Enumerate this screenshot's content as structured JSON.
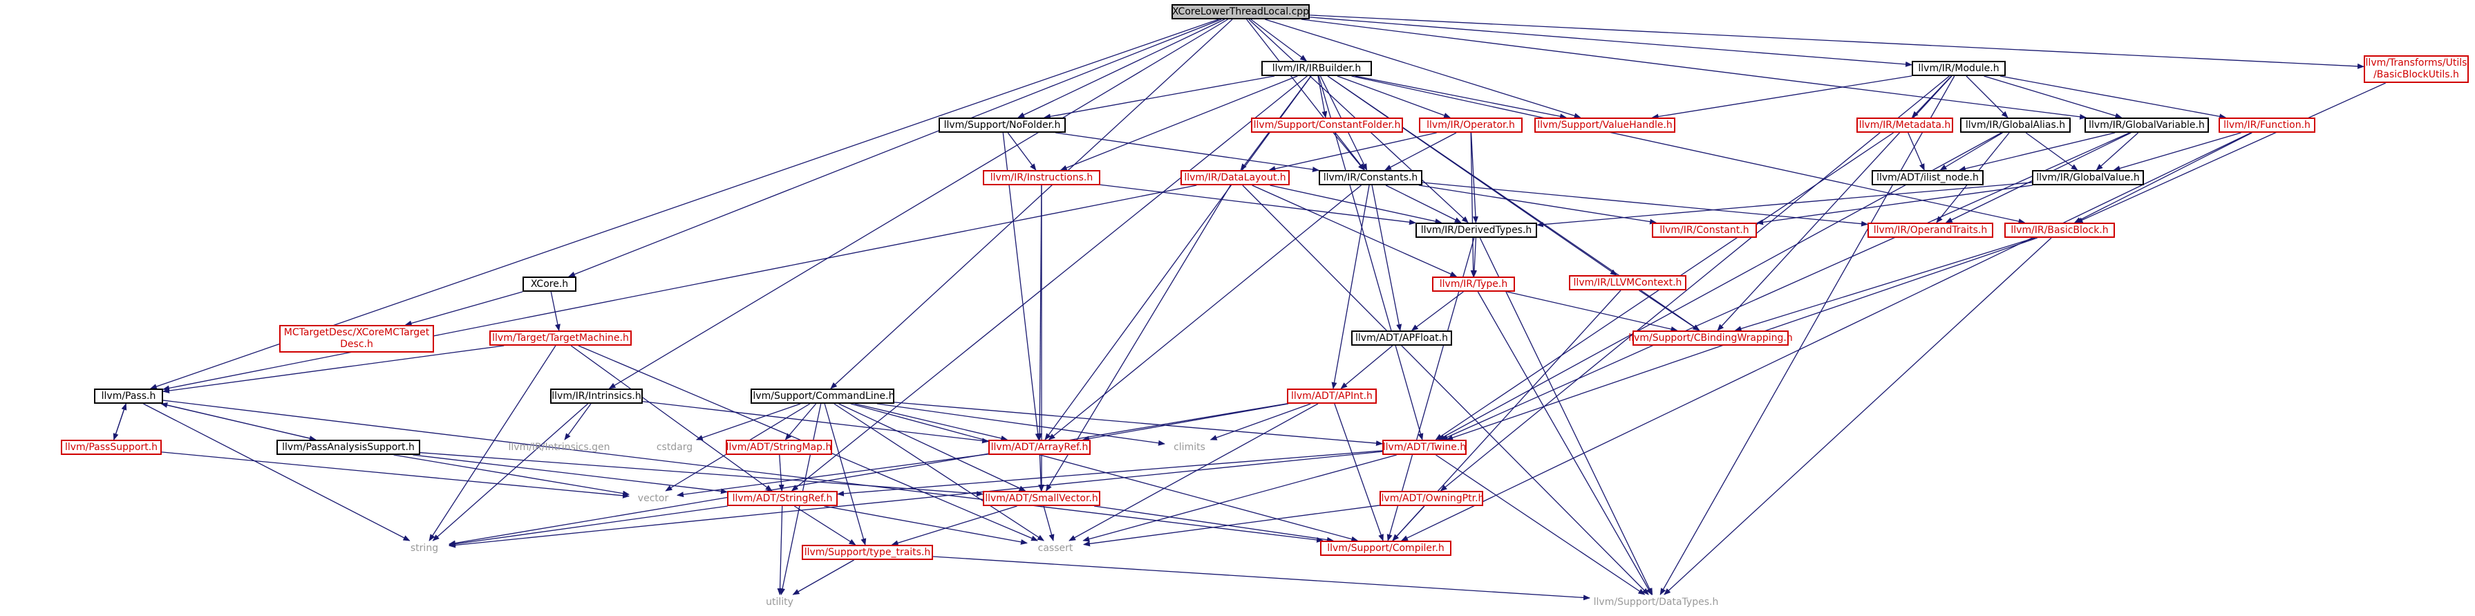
{
  "graph": {
    "root_title": "XCoreLowerThreadLocal.cpp",
    "edge_color": "#191970",
    "colors": {
      "normal_border": "#000000",
      "missing_border": "#d00000",
      "system_text": "#999999",
      "root_fill": "#bfbfbf"
    },
    "nodes": [
      {
        "id": "root",
        "label": "XCoreLowerThreadLocal.cpp",
        "kind": "root"
      },
      {
        "id": "irbuilder",
        "label": "llvm/IR/IRBuilder.h",
        "kind": "normal"
      },
      {
        "id": "module",
        "label": "llvm/IR/Module.h",
        "kind": "normal"
      },
      {
        "id": "bbutils",
        "label": "llvm/Transforms/Utils\n/BasicBlockUtils.h",
        "kind": "missing"
      },
      {
        "id": "nofolder",
        "label": "llvm/Support/NoFolder.h",
        "kind": "normal"
      },
      {
        "id": "constfolder",
        "label": "llvm/Support/ConstantFolder.h",
        "kind": "missing"
      },
      {
        "id": "operator",
        "label": "llvm/IR/Operator.h",
        "kind": "missing"
      },
      {
        "id": "valuehandle",
        "label": "llvm/Support/ValueHandle.h",
        "kind": "missing"
      },
      {
        "id": "metadata",
        "label": "llvm/IR/Metadata.h",
        "kind": "missing"
      },
      {
        "id": "globalalias",
        "label": "llvm/IR/GlobalAlias.h",
        "kind": "normal"
      },
      {
        "id": "globalvariable",
        "label": "llvm/IR/GlobalVariable.h",
        "kind": "normal"
      },
      {
        "id": "function",
        "label": "llvm/IR/Function.h",
        "kind": "missing"
      },
      {
        "id": "instructions",
        "label": "llvm/IR/Instructions.h",
        "kind": "missing"
      },
      {
        "id": "datalayout",
        "label": "llvm/IR/DataLayout.h",
        "kind": "missing"
      },
      {
        "id": "constants",
        "label": "llvm/IR/Constants.h",
        "kind": "normal"
      },
      {
        "id": "ilistnode",
        "label": "llvm/ADT/ilist_node.h",
        "kind": "normal"
      },
      {
        "id": "globalvalue",
        "label": "llvm/IR/GlobalValue.h",
        "kind": "normal"
      },
      {
        "id": "derivedtypes",
        "label": "llvm/IR/DerivedTypes.h",
        "kind": "normal"
      },
      {
        "id": "constant",
        "label": "llvm/IR/Constant.h",
        "kind": "missing"
      },
      {
        "id": "operandtraits",
        "label": "llvm/IR/OperandTraits.h",
        "kind": "missing"
      },
      {
        "id": "basicblock",
        "label": "llvm/IR/BasicBlock.h",
        "kind": "missing"
      },
      {
        "id": "xcore",
        "label": "XCore.h",
        "kind": "normal"
      },
      {
        "id": "mctarget",
        "label": "MCTargetDesc/XCoreMCTarget\nDesc.h",
        "kind": "missing"
      },
      {
        "id": "targetmachine",
        "label": "llvm/Target/TargetMachine.h",
        "kind": "missing"
      },
      {
        "id": "type",
        "label": "llvm/IR/Type.h",
        "kind": "missing"
      },
      {
        "id": "llvmcontext",
        "label": "llvm/IR/LLVMContext.h",
        "kind": "missing"
      },
      {
        "id": "apfloat",
        "label": "llvm/ADT/APFloat.h",
        "kind": "normal"
      },
      {
        "id": "cbinding",
        "label": "llvm/Support/CBindingWrapping.h",
        "kind": "missing"
      },
      {
        "id": "pass",
        "label": "llvm/Pass.h",
        "kind": "normal"
      },
      {
        "id": "intrinsics",
        "label": "llvm/IR/Intrinsics.h",
        "kind": "normal"
      },
      {
        "id": "commandline",
        "label": "llvm/Support/CommandLine.h",
        "kind": "normal"
      },
      {
        "id": "apint",
        "label": "llvm/ADT/APInt.h",
        "kind": "missing"
      },
      {
        "id": "passsupport",
        "label": "llvm/PassSupport.h",
        "kind": "missing"
      },
      {
        "id": "passanalysis",
        "label": "llvm/PassAnalysisSupport.h",
        "kind": "normal"
      },
      {
        "id": "intrinsicsgen",
        "label": "llvm/IR/Intrinsics.gen",
        "kind": "system"
      },
      {
        "id": "cstdarg",
        "label": "cstdarg",
        "kind": "system"
      },
      {
        "id": "stringmap",
        "label": "llvm/ADT/StringMap.h",
        "kind": "missing"
      },
      {
        "id": "arrayref",
        "label": "llvm/ADT/ArrayRef.h",
        "kind": "missing"
      },
      {
        "id": "climits",
        "label": "climits",
        "kind": "system"
      },
      {
        "id": "twine",
        "label": "llvm/ADT/Twine.h",
        "kind": "missing"
      },
      {
        "id": "vector",
        "label": "vector",
        "kind": "system"
      },
      {
        "id": "stringref",
        "label": "llvm/ADT/StringRef.h",
        "kind": "missing"
      },
      {
        "id": "smallvector",
        "label": "llvm/ADT/SmallVector.h",
        "kind": "missing"
      },
      {
        "id": "owningptr",
        "label": "llvm/ADT/OwningPtr.h",
        "kind": "missing"
      },
      {
        "id": "string",
        "label": "string",
        "kind": "system"
      },
      {
        "id": "cassert",
        "label": "cassert",
        "kind": "system"
      },
      {
        "id": "compiler",
        "label": "llvm/Support/Compiler.h",
        "kind": "missing"
      },
      {
        "id": "typetraits",
        "label": "llvm/Support/type_traits.h",
        "kind": "missing"
      },
      {
        "id": "utility",
        "label": "utility",
        "kind": "system"
      },
      {
        "id": "datatypes",
        "label": "llvm/Support/DataTypes.h",
        "kind": "system"
      }
    ],
    "edges": [
      [
        "root",
        "irbuilder"
      ],
      [
        "root",
        "module"
      ],
      [
        "root",
        "bbutils"
      ],
      [
        "root",
        "nofolder"
      ],
      [
        "root",
        "valuehandle"
      ],
      [
        "root",
        "globalvariable"
      ],
      [
        "root",
        "constants"
      ],
      [
        "root",
        "derivedtypes"
      ],
      [
        "root",
        "xcore"
      ],
      [
        "root",
        "pass"
      ],
      [
        "root",
        "intrinsics"
      ],
      [
        "root",
        "commandline"
      ],
      [
        "irbuilder",
        "nofolder"
      ],
      [
        "irbuilder",
        "constfolder"
      ],
      [
        "irbuilder",
        "operator"
      ],
      [
        "irbuilder",
        "valuehandle"
      ],
      [
        "irbuilder",
        "instructions"
      ],
      [
        "irbuilder",
        "datalayout"
      ],
      [
        "irbuilder",
        "basicblock"
      ],
      [
        "irbuilder",
        "cbinding"
      ],
      [
        "irbuilder",
        "llvmcontext"
      ],
      [
        "irbuilder",
        "arrayref"
      ],
      [
        "irbuilder",
        "twine"
      ],
      [
        "irbuilder",
        "stringref"
      ],
      [
        "irbuilder",
        "constants"
      ],
      [
        "module",
        "metadata"
      ],
      [
        "module",
        "globalalias"
      ],
      [
        "module",
        "globalvariable"
      ],
      [
        "module",
        "function"
      ],
      [
        "module",
        "cbinding"
      ],
      [
        "module",
        "owningptr"
      ],
      [
        "module",
        "datatypes"
      ],
      [
        "module",
        "valuehandle"
      ],
      [
        "bbutils",
        "basicblock"
      ],
      [
        "nofolder",
        "constants"
      ],
      [
        "nofolder",
        "instructions"
      ],
      [
        "nofolder",
        "arrayref"
      ],
      [
        "constfolder",
        "constants"
      ],
      [
        "operator",
        "constants"
      ],
      [
        "operator",
        "derivedtypes"
      ],
      [
        "operator",
        "datalayout"
      ],
      [
        "operator",
        "type"
      ],
      [
        "metadata",
        "ilistnode"
      ],
      [
        "metadata",
        "twine"
      ],
      [
        "globalalias",
        "globalvalue"
      ],
      [
        "globalalias",
        "ilistnode"
      ],
      [
        "globalalias",
        "operandtraits"
      ],
      [
        "globalalias",
        "twine"
      ],
      [
        "globalvariable",
        "globalvalue"
      ],
      [
        "globalvariable",
        "ilistnode"
      ],
      [
        "globalvariable",
        "operandtraits"
      ],
      [
        "globalvariable",
        "twine"
      ],
      [
        "function",
        "globalvalue"
      ],
      [
        "function",
        "basicblock"
      ],
      [
        "function",
        "compiler"
      ],
      [
        "instructions",
        "derivedtypes"
      ],
      [
        "instructions",
        "arrayref"
      ],
      [
        "instructions",
        "smallvector"
      ],
      [
        "datalayout",
        "derivedtypes"
      ],
      [
        "datalayout",
        "type"
      ],
      [
        "datalayout",
        "datatypes"
      ],
      [
        "datalayout",
        "smallvector"
      ],
      [
        "datalayout",
        "pass"
      ],
      [
        "constants",
        "derivedtypes"
      ],
      [
        "constants",
        "constant"
      ],
      [
        "constants",
        "operandtraits"
      ],
      [
        "constants",
        "apint"
      ],
      [
        "constants",
        "apfloat"
      ],
      [
        "constants",
        "arrayref"
      ],
      [
        "globalvalue",
        "constant"
      ],
      [
        "globalvalue",
        "derivedtypes"
      ],
      [
        "derivedtypes",
        "type"
      ],
      [
        "derivedtypes",
        "compiler"
      ],
      [
        "derivedtypes",
        "datatypes"
      ],
      [
        "basicblock",
        "cbinding"
      ],
      [
        "basicblock",
        "twine"
      ],
      [
        "basicblock",
        "datatypes"
      ],
      [
        "xcore",
        "mctarget"
      ],
      [
        "xcore",
        "targetmachine"
      ],
      [
        "targetmachine",
        "pass"
      ],
      [
        "targetmachine",
        "stringref"
      ],
      [
        "targetmachine",
        "string"
      ],
      [
        "targetmachine",
        "cassert"
      ],
      [
        "type",
        "apfloat"
      ],
      [
        "type",
        "cbinding"
      ],
      [
        "type",
        "datatypes"
      ],
      [
        "llvmcontext",
        "cbinding"
      ],
      [
        "llvmcontext",
        "compiler"
      ],
      [
        "apfloat",
        "apint"
      ],
      [
        "apint",
        "arrayref"
      ],
      [
        "apint",
        "climits"
      ],
      [
        "apint",
        "cassert"
      ],
      [
        "apint",
        "string"
      ],
      [
        "apint",
        "compiler"
      ],
      [
        "pass",
        "passsupport"
      ],
      [
        "pass",
        "passanalysis"
      ],
      [
        "pass",
        "string"
      ],
      [
        "pass",
        "compiler"
      ],
      [
        "passsupport",
        "pass"
      ],
      [
        "passsupport",
        "vector"
      ],
      [
        "passanalysis",
        "pass"
      ],
      [
        "passanalysis",
        "vector"
      ],
      [
        "passanalysis",
        "smallvector"
      ],
      [
        "passanalysis",
        "stringref"
      ],
      [
        "intrinsics",
        "arrayref"
      ],
      [
        "intrinsics",
        "intrinsicsgen"
      ],
      [
        "intrinsics",
        "string"
      ],
      [
        "commandline",
        "twine"
      ],
      [
        "commandline",
        "stringmap"
      ],
      [
        "commandline",
        "smallvector"
      ],
      [
        "commandline",
        "cstdarg"
      ],
      [
        "commandline",
        "climits"
      ],
      [
        "commandline",
        "vector"
      ],
      [
        "commandline",
        "utility"
      ],
      [
        "commandline",
        "cassert"
      ],
      [
        "commandline",
        "compiler"
      ],
      [
        "commandline",
        "typetraits"
      ],
      [
        "commandline",
        "arrayref"
      ],
      [
        "stringmap",
        "stringref"
      ],
      [
        "arrayref",
        "smallvector"
      ],
      [
        "arrayref",
        "vector"
      ],
      [
        "twine",
        "stringref"
      ],
      [
        "twine",
        "datatypes"
      ],
      [
        "twine",
        "cassert"
      ],
      [
        "twine",
        "string"
      ],
      [
        "stringref",
        "typetraits"
      ],
      [
        "stringref",
        "cassert"
      ],
      [
        "stringref",
        "string"
      ],
      [
        "stringref",
        "utility"
      ],
      [
        "smallvector",
        "typetraits"
      ],
      [
        "smallvector",
        "cassert"
      ],
      [
        "smallvector",
        "compiler"
      ],
      [
        "owningptr",
        "compiler"
      ],
      [
        "owningptr",
        "cassert"
      ],
      [
        "typetraits",
        "datatypes"
      ],
      [
        "typetraits",
        "utility"
      ]
    ]
  }
}
